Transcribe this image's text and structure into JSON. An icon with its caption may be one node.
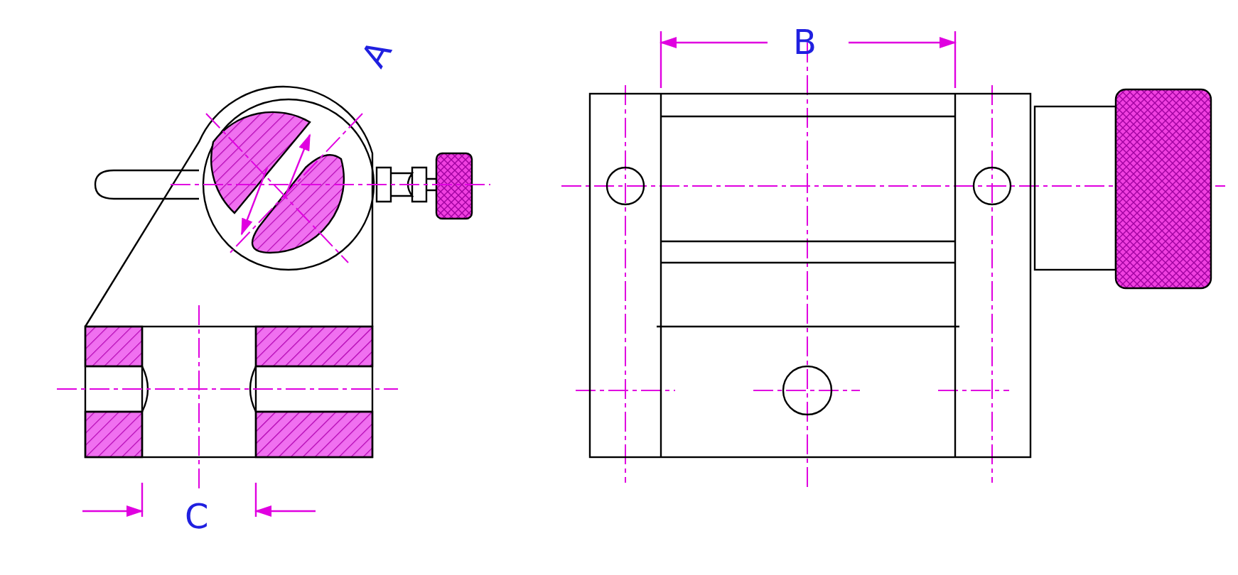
{
  "diagram": {
    "labels": [
      "A",
      "B",
      "C"
    ]
  }
}
